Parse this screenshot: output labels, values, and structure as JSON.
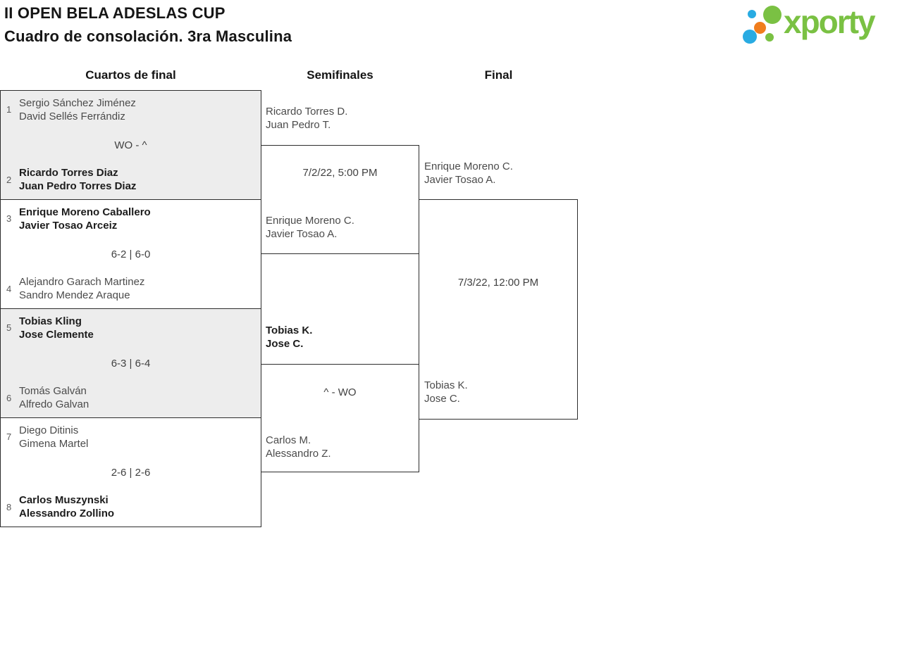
{
  "header": {
    "title_line1": "II OPEN BELA ADESLAS CUP",
    "title_line2": "Cuadro de consolación. 3ra Masculina",
    "logo_text": "xporty"
  },
  "round_headers": [
    {
      "label": "Cuartos de final"
    },
    {
      "label": "Semifinales"
    },
    {
      "label": "Final"
    }
  ],
  "quarterfinals": [
    {
      "top": {
        "seed": "1",
        "names": [
          "Sergio Sánchez Jiménez",
          "David Sellés Ferrándiz"
        ],
        "winner": false
      },
      "center": "WO - ^",
      "bottom": {
        "seed": "2",
        "names": [
          "Ricardo Torres Diaz",
          "Juan Pedro Torres Diaz"
        ],
        "winner": true
      }
    },
    {
      "top": {
        "seed": "3",
        "names": [
          "Enrique Moreno Caballero",
          "Javier Tosao Arceiz"
        ],
        "winner": true
      },
      "center": "6-2 | 6-0",
      "bottom": {
        "seed": "4",
        "names": [
          "Alejandro Garach Martinez",
          "Sandro Mendez Araque"
        ],
        "winner": false
      }
    },
    {
      "top": {
        "seed": "5",
        "names": [
          "Tobias Kling",
          "Jose Clemente"
        ],
        "winner": true
      },
      "center": "6-3 | 6-4",
      "bottom": {
        "seed": "6",
        "names": [
          "Tomás Galván",
          "Alfredo Galvan"
        ],
        "winner": false
      }
    },
    {
      "top": {
        "seed": "7",
        "names": [
          "Diego Ditinis",
          "Gimena Martel"
        ],
        "winner": false
      },
      "center": "2-6 | 2-6",
      "bottom": {
        "seed": "8",
        "names": [
          "Carlos Muszynski",
          "Alessandro Zollino"
        ],
        "winner": true
      }
    }
  ],
  "semifinals": [
    {
      "top": {
        "names": [
          "Ricardo Torres D.",
          "Juan Pedro T."
        ],
        "winner": false
      },
      "center": "7/2/22, 5:00 PM",
      "bottom": {
        "names": [
          "Enrique Moreno C.",
          "Javier Tosao A."
        ],
        "winner": false
      }
    },
    {
      "top": {
        "names": [
          "Tobias K.",
          "Jose C."
        ],
        "winner": true
      },
      "center": "^ - WO",
      "bottom": {
        "names": [
          "Carlos M.",
          "Alessandro Z."
        ],
        "winner": false
      }
    }
  ],
  "final": {
    "top": {
      "names": [
        "Enrique Moreno C.",
        "Javier Tosao A."
      ],
      "winner": false
    },
    "center": "7/3/22, 12:00 PM",
    "bottom": {
      "names": [
        "Tobias K.",
        "Jose C."
      ],
      "winner": false
    }
  },
  "colors": {
    "brand_green": "#7ac143",
    "brand_blue": "#29abe2",
    "brand_orange": "#f07d1d",
    "block_shaded_bg": "#ededed",
    "border": "#2d2d2d",
    "winner_text": "#1c1c1c",
    "normal_text": "#4b4b4b"
  }
}
